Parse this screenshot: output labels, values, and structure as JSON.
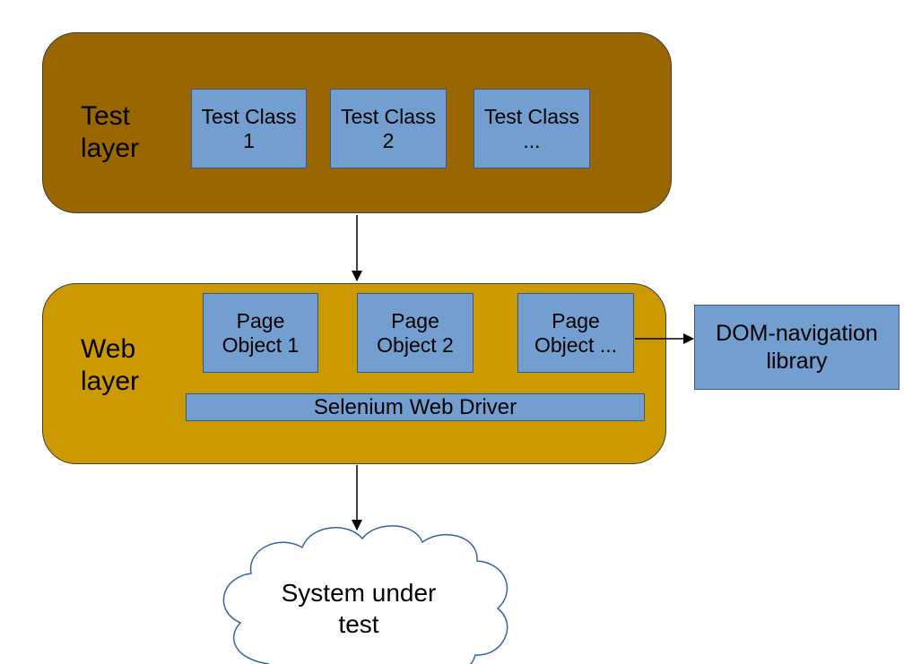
{
  "test_layer": {
    "label": "Test\nlayer",
    "classes": [
      "Test Class\n1",
      "Test Class\n2",
      "Test Class\n..."
    ]
  },
  "web_layer": {
    "label": "Web\nlayer",
    "page_objects": [
      "Page\nObject 1",
      "Page\nObject 2",
      "Page\nObject ..."
    ],
    "driver": "Selenium Web Driver"
  },
  "dom_library": "DOM-navigation\nlibrary",
  "system_under_test": "System under\ntest",
  "colors": {
    "test_layer_fill": "#996600",
    "web_layer_fill": "#cc9900",
    "box_fill": "#729fcf",
    "cloud_stroke": "#3465a4"
  }
}
